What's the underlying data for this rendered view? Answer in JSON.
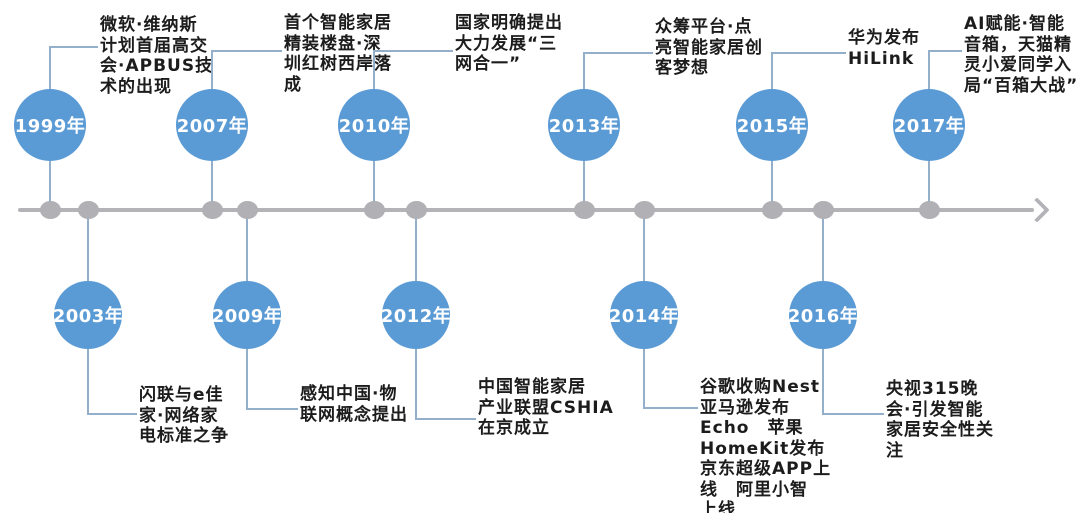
{
  "palette": {
    "circle_blue": "#5b9bd5",
    "axis_gray": "#b4b4b8",
    "dot_gray": "#b0b0b5",
    "connector_blue": "#93afca",
    "note_text": "#1c1c1c",
    "year_text": "#ffffff"
  },
  "events": [
    {
      "year": "1999年",
      "position": "top",
      "note": "微软·维纳斯\n计划首届高交\n会·APBUS技\n术的出现"
    },
    {
      "year": "2003年",
      "position": "bottom",
      "note": "闪联与e佳\n家·网络家\n电标准之争"
    },
    {
      "year": "2007年",
      "position": "top",
      "note": "首个智能家居\n精装楼盘·深\n圳红树西岸落\n成"
    },
    {
      "year": "2009年",
      "position": "bottom",
      "note": "感知中国·物\n联网概念提出"
    },
    {
      "year": "2010年",
      "position": "top",
      "note": "国家明确提出\n大力发展“三\n网合一”"
    },
    {
      "year": "2012年",
      "position": "bottom",
      "note": "中国智能家居\n产业联盟CSHIA\n在京成立"
    },
    {
      "year": "2013年",
      "position": "top",
      "note": "众筹平台·点\n亮智能家居创\n客梦想"
    },
    {
      "year": "2014年",
      "position": "bottom",
      "note": "谷歌收购Nest\n亚马逊发布\nEcho　苹果\nHomeKit发布\n京东超级APP上\n线　阿里小智\n上线"
    },
    {
      "year": "2015年",
      "position": "top",
      "note": "华为发布\nHiLink"
    },
    {
      "year": "2016年",
      "position": "bottom",
      "note": "央视315晚\n会·引发智能\n家居安全性关\n注"
    },
    {
      "year": "2017年",
      "position": "top",
      "note": "AI赋能·智能\n音箱，天猫精\n灵小爱同学入\n局“百箱大战”"
    }
  ]
}
